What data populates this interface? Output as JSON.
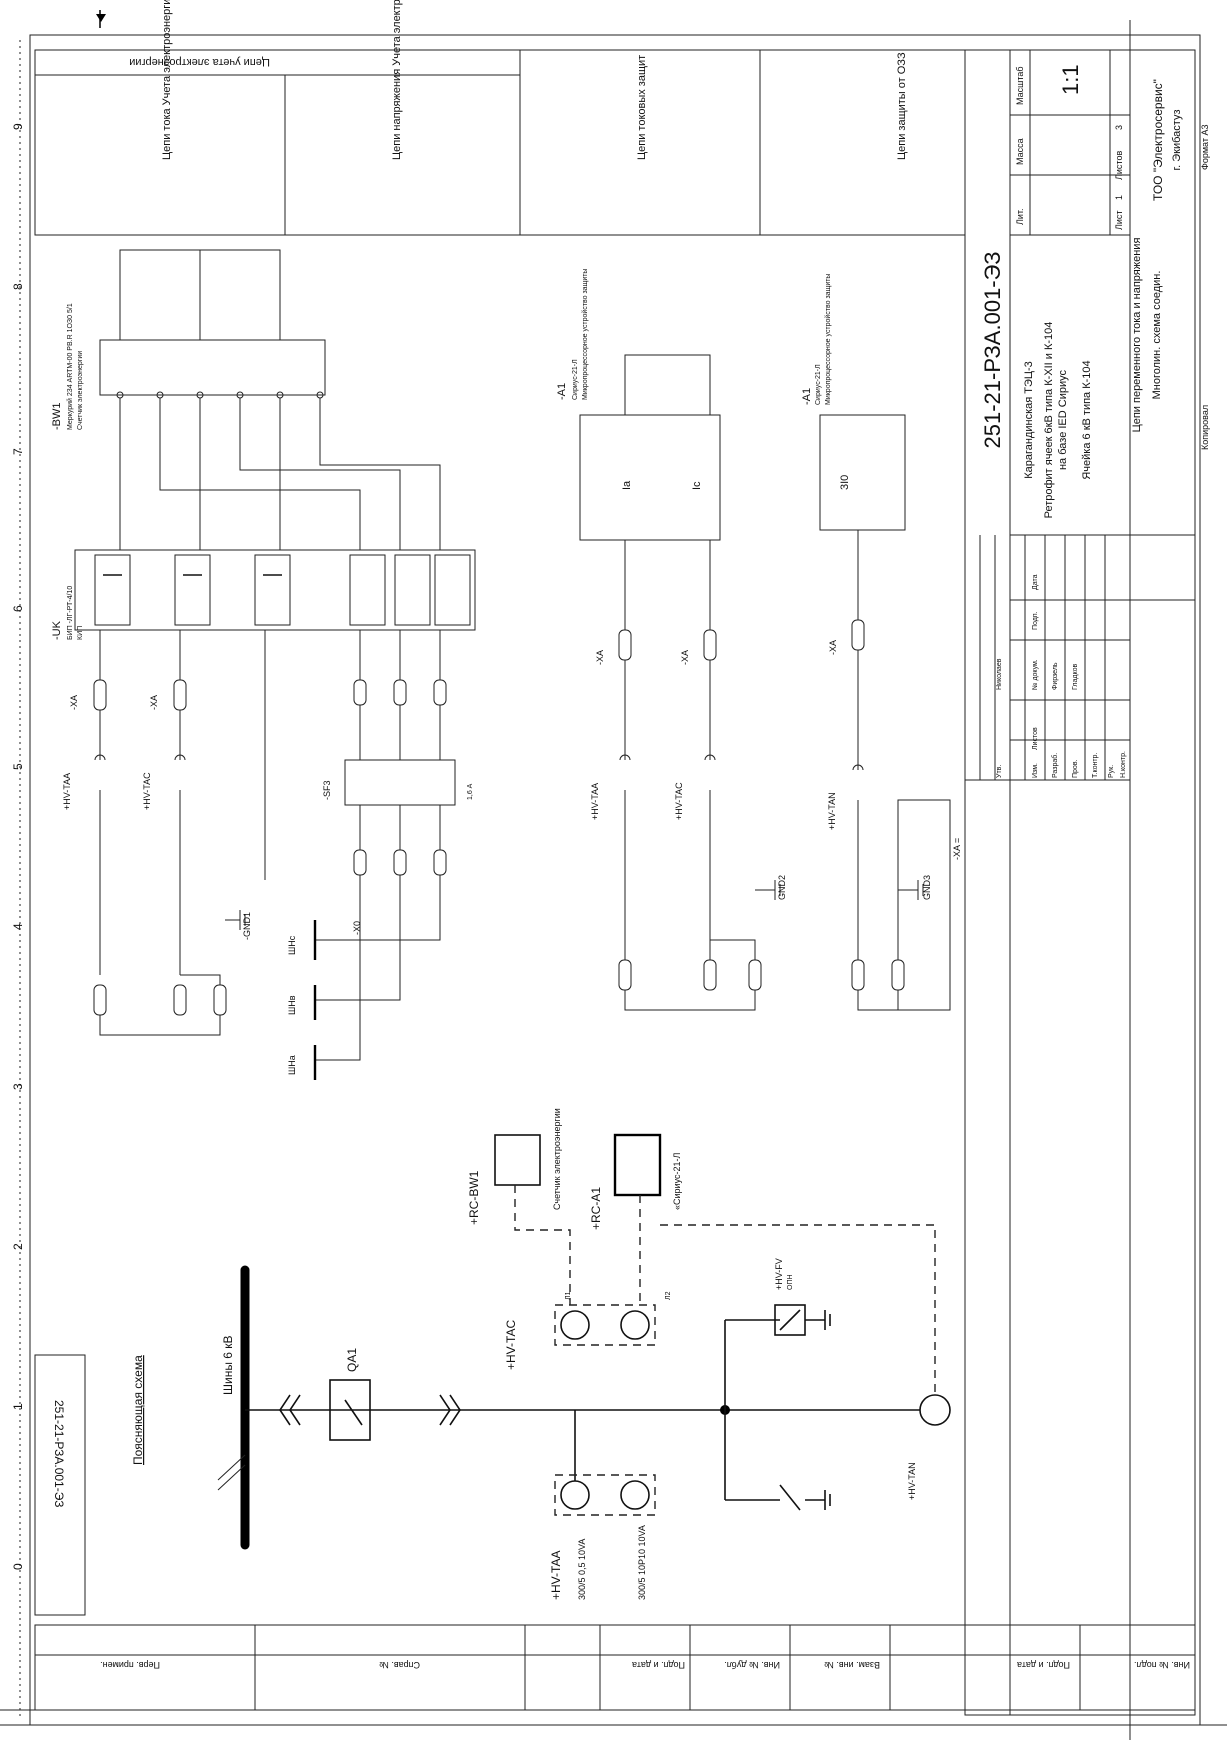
{
  "sheet": {
    "title_block": {
      "doc_code": "251-21-РЗА.001-ЭЗ",
      "plant": "Карагандинская ТЭЦ-3",
      "project_line1": "Ретрофит ячеек 6кВ типа К-XII и К-104",
      "project_line2": "на базе IED Сириус",
      "cell": "Ячейка 6 кВ типа К-104",
      "drawing_line1": "Цепи переменного тока и напряжения",
      "drawing_line2": "Многолин. схема соедин.",
      "scale": "1:1",
      "lit_label": "Лит.",
      "mass_label": "Масса",
      "scale_label": "Масштаб",
      "sheet_label": "Лист",
      "sheets_label": "Листов",
      "sheet_no": "1",
      "sheets_total": "3",
      "company": "ТОО \"Электросервис\"",
      "city": "г. Экибастуз",
      "copied": "Копировал",
      "format": "Формат А3",
      "rows": [
        {
          "role": "Разраб.",
          "name": "Фирзель"
        },
        {
          "role": "Пров.",
          "name": "Гладков"
        },
        {
          "role": "Т.контр.",
          "name": ""
        },
        {
          "role": "Рук.",
          "name": ""
        },
        {
          "role": "Н.контр.",
          "name": ""
        },
        {
          "role": "Утв.",
          "name": "Николаев"
        }
      ],
      "head": [
        "Изм.",
        "Листов",
        "№ докум.",
        "Подп.",
        "Дата"
      ]
    },
    "side_stamp": {
      "doc_code": "251-21-РЗА.001-ЭЗ",
      "cells": [
        "Перв. примен.",
        "Справ. №",
        "Подп. и дата",
        "Инв. № дубл.",
        "Взам. инв. №",
        "Подп. и дата",
        "Инв. № подл."
      ]
    },
    "header_sections": [
      {
        "title": "Цепи учета электроэнергии"
      },
      {
        "title": "Цепи тока\nУчета электроэнергии"
      },
      {
        "title": "Цепи напряжения\nУчета электроэнергии"
      },
      {
        "title": "Цепи токовых защит"
      },
      {
        "title": "Цепи защиты от ОЗЗ"
      }
    ],
    "grid_numbers": [
      "0",
      "1",
      "2",
      "3",
      "4",
      "5",
      "6",
      "7",
      "8",
      "9"
    ],
    "explanatory": {
      "title": "Поясняющая схема",
      "bus_label": "Шины 6 кВ",
      "breaker": "QA1",
      "ct1": "+HV-TAA",
      "ct1_ratings": [
        "300/5 0,5 10VA",
        "300/5 10P10 10VA"
      ],
      "ct2": "+HV-TAC",
      "ct_zt": "+HV-TAN",
      "vt": "+HV-FV",
      "vt_sub": "ОПН",
      "meter_box": "+RC-BW1",
      "meter_caption": "Счетчик электроэнергии",
      "relay_box": "+RC-A1",
      "relay_caption": "«Сириус-21-Л",
      "l1": "Л1",
      "l2": "Л2"
    },
    "circuits": {
      "meter": {
        "ref": "-BW1",
        "line1": "Меркурий 234 ARTM-00 PB.R 1ОЗ0 5/1",
        "line2": "Счетчик электроэнергии"
      },
      "testblock": {
        "ref": "-UK",
        "line1": "БИП -ЛГ-РТ-4/10",
        "line2": "КИП"
      },
      "relay1": {
        "ref": "-A1",
        "line1": "Сириус-21-Л",
        "line2": "Микропроцессорное устройство защиты",
        "ia": "Ia",
        "ic": "Ic"
      },
      "relay2": {
        "ref": "-A1",
        "line1": "Сириус-21-Л",
        "line2": "Микропроцессорное устройство защиты",
        "i0": "3I0"
      },
      "breaker_sf": {
        "ref": "-SF3",
        "rating": "1,6 А"
      },
      "gnd": [
        "-GND1",
        "GND2",
        "GND3"
      ],
      "bus_names": [
        "ШНа",
        "ШНв",
        "ШНс"
      ],
      "xa": "-XA",
      "x0": "-X0",
      "ta_a": "+HV-TAA",
      "ta_c": "+HV-TAC",
      "ta_n": "+HV-TAN",
      "xa_note": "-XA ="
    }
  }
}
